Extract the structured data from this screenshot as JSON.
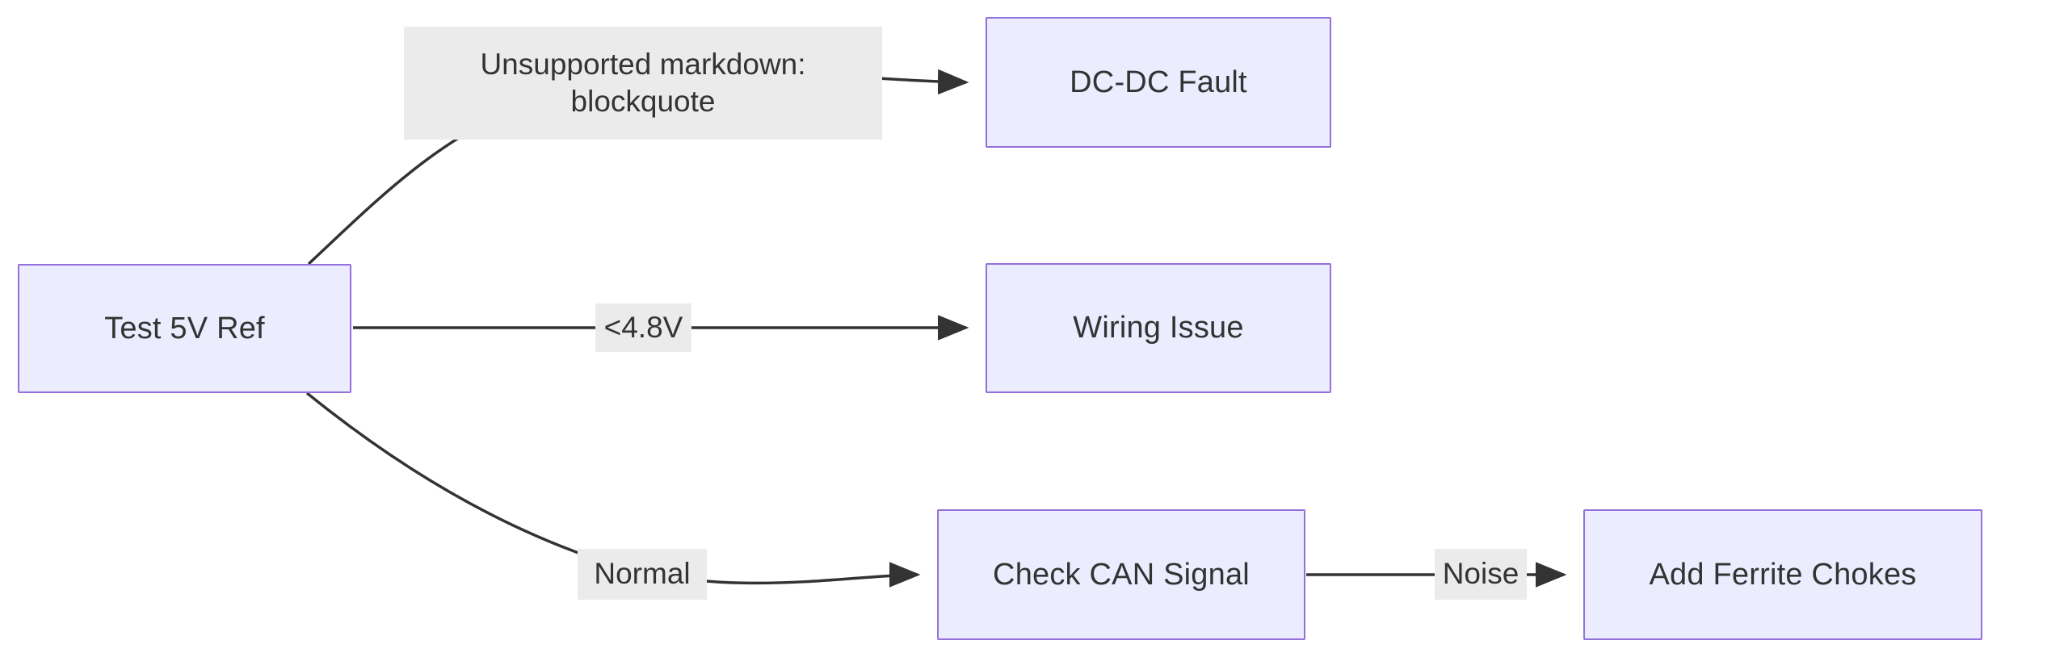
{
  "diagram": {
    "type": "flowchart",
    "direction": "left-to-right",
    "background_color": "#ffffff",
    "node_fill_color": "#ececff",
    "node_border_color": "#9370db",
    "node_text_color": "#333333",
    "edge_color": "#333333",
    "edge_label_background": "#ebebeb",
    "nodes": [
      {
        "id": "test5v",
        "label": "Test 5V Ref"
      },
      {
        "id": "dcdc",
        "label": "DC-DC Fault"
      },
      {
        "id": "wiring",
        "label": "Wiring Issue"
      },
      {
        "id": "can",
        "label": "Check CAN Signal"
      },
      {
        "id": "ferrite",
        "label": "Add Ferrite Chokes"
      }
    ],
    "edges": [
      {
        "from": "test5v",
        "to": "dcdc",
        "label": "Unsupported markdown:\nblockquote"
      },
      {
        "from": "test5v",
        "to": "wiring",
        "label": "<4.8V"
      },
      {
        "from": "test5v",
        "to": "can",
        "label": "Normal"
      },
      {
        "from": "can",
        "to": "ferrite",
        "label": "Noise"
      }
    ],
    "edge_labels": {
      "unsupported_line1": "Unsupported markdown:",
      "unsupported_line2": "blockquote",
      "under_voltage": "<4.8V",
      "normal": "Normal",
      "noise": "Noise"
    }
  }
}
